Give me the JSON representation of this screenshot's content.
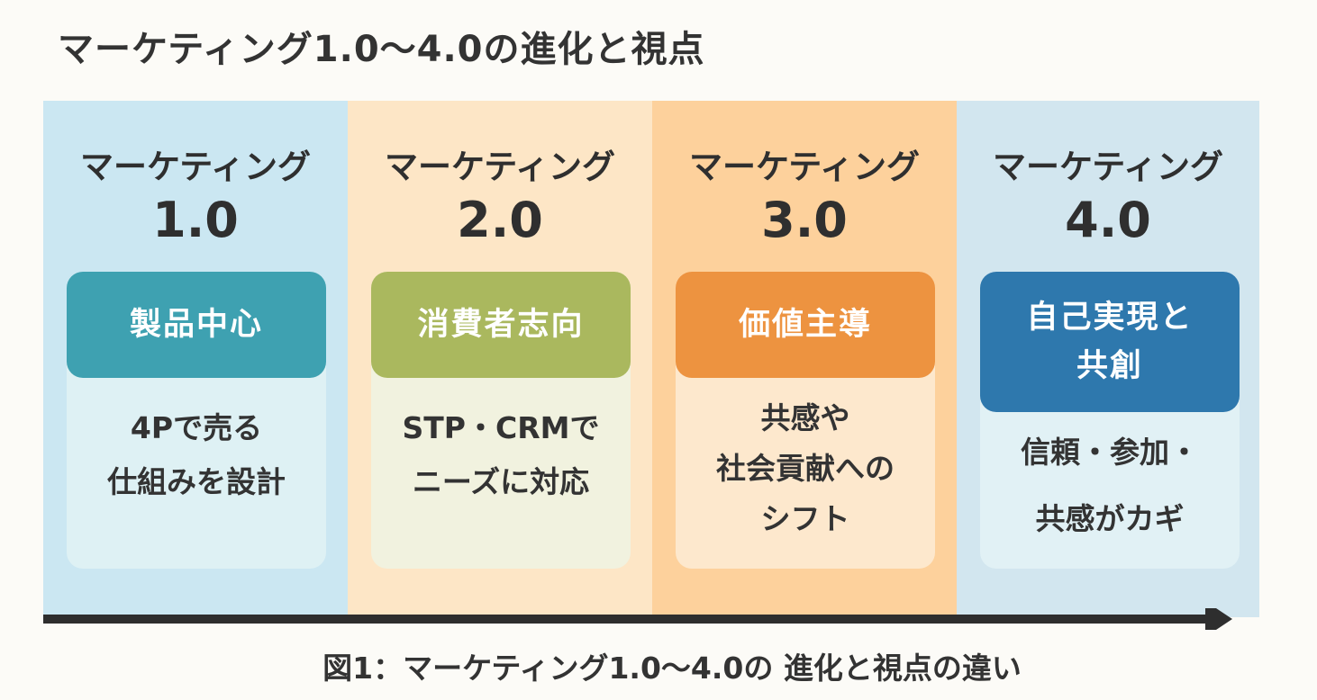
{
  "title": "マーケティング1.0〜4.0の進化と視点",
  "caption": "図1：マーケティング1.0〜4.0の 進化と視点の違い",
  "colors": {
    "page_bg": "#fcfbf7",
    "text": "#2f2f2f",
    "arrow": "#2e2e2e"
  },
  "columns": [
    {
      "label": "マーケティング",
      "version": "1.0",
      "keyword": "製品中心",
      "description_lines": [
        "4Pで売る",
        "仕組みを設計"
      ],
      "bg": "#cbe7f2",
      "accent": "#3ea1b1",
      "body_bg": "#def1f4"
    },
    {
      "label": "マーケティング",
      "version": "2.0",
      "keyword": "消費者志向",
      "description_lines": [
        "STP・CRMで",
        "ニーズに対応"
      ],
      "bg": "#fde6c6",
      "accent": "#aab85e",
      "body_bg": "#f1f2df"
    },
    {
      "label": "マーケティング",
      "version": "3.0",
      "keyword": "価値主導",
      "description_lines": [
        "共感や",
        "社会貢献への",
        "シフト"
      ],
      "bg": "#fdd19c",
      "accent": "#ed9340",
      "body_bg": "#fde8cd"
    },
    {
      "label": "マーケティング",
      "version": "4.0",
      "keyword_lines": [
        "自己実現と",
        "共創"
      ],
      "description_lines": [
        "信頼・参加・",
        "共感がカギ"
      ],
      "bg": "#d2e6ef",
      "accent": "#2e78ad",
      "body_bg": "#e1f1f5"
    }
  ]
}
